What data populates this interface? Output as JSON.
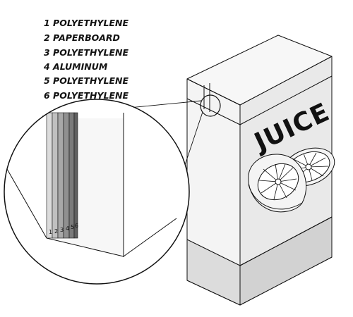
{
  "legend": {
    "items": [
      {
        "number": "1",
        "material": "POLYETHYLENE",
        "label": "1 POLYETHYLENE"
      },
      {
        "number": "2",
        "material": "PAPERBOARD",
        "label": "2 PAPERBOARD"
      },
      {
        "number": "3",
        "material": "POLYETHYLENE",
        "label": "3 POLYETHYLENE"
      },
      {
        "number": "4",
        "material": "ALUMINUM",
        "label": "4 ALUMINUM"
      },
      {
        "number": "5",
        "material": "POLYETHYLENE",
        "label": "5 POLYETHYLENE"
      },
      {
        "number": "6",
        "material": "POLYETHYLENE",
        "label": "6 POLYETHYLENE"
      }
    ]
  },
  "carton": {
    "brand_text": "JUICE"
  },
  "detail": {
    "layer_numbers": [
      "1",
      "2",
      "3",
      "4",
      "5",
      "6"
    ]
  },
  "colors": {
    "outline": "#111111",
    "carton_front": "#f4f4f4",
    "carton_side": "#e4e4e4",
    "carton_band": "#d6d6d6",
    "layers": [
      "#dcdcdc",
      "#bdbdbd",
      "#a6a6a6",
      "#8e8e8e",
      "#7a7a7a",
      "#5f5f5f"
    ]
  }
}
